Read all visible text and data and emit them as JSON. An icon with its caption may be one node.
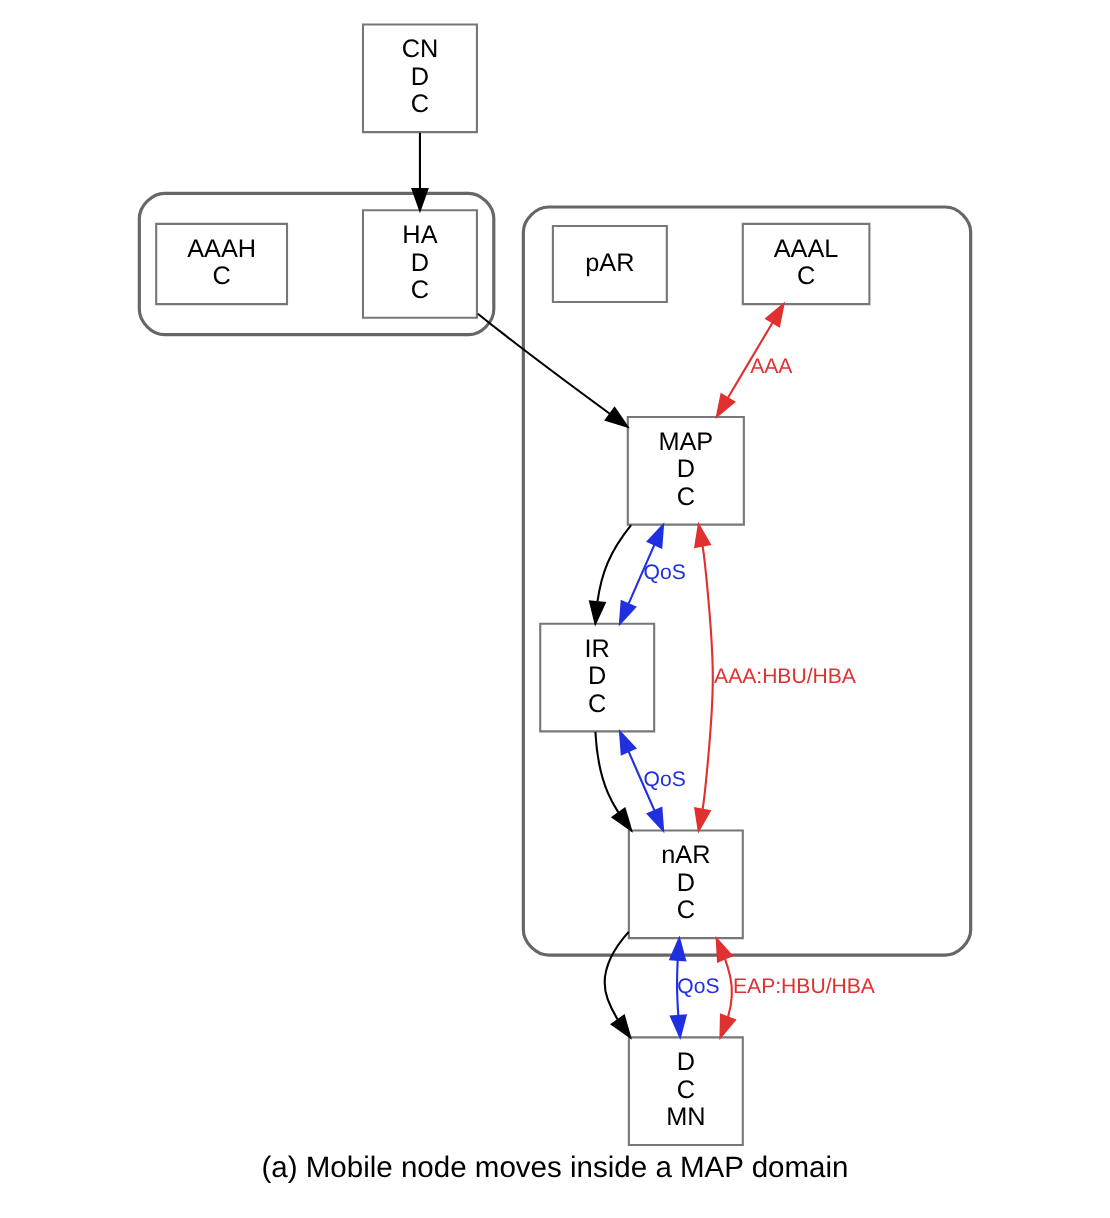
{
  "diagram": {
    "caption": "(a) Mobile node moves inside a MAP domain",
    "nodes": [
      {
        "text": [
          "CN",
          "D",
          "C"
        ]
      },
      {
        "text": [],
        "shape": "cloud"
      },
      {
        "text": [
          "HA",
          "D",
          "C"
        ],
        "in": 1
      },
      {
        "text": [
          "AAAH",
          "C"
        ],
        "in": 1
      },
      {
        "text": [],
        "shape": "cloud"
      },
      {
        "text": [
          "MAP",
          "D",
          "C"
        ],
        "in": 4
      },
      {
        "text": [
          "AAAL",
          "C"
        ],
        "in": 4
      },
      {
        "text": [
          "IR",
          "D",
          "C"
        ],
        "in": 4
      },
      {
        "text": [
          "pAR"
        ],
        "in": 4
      },
      {
        "text": [
          "nAR",
          "D",
          "C"
        ],
        "in": 4
      },
      {
        "text": [
          "D",
          "C",
          "MN"
        ]
      }
    ],
    "edges": [
      {
        "from": 0,
        "to": 2,
        "arrow": "to"
      },
      {
        "from": 2,
        "to": 5,
        "arrow": "to"
      },
      {
        "from": 6,
        "to": 5,
        "arrow": "both",
        "label": "AAA",
        "color": "#e03030"
      },
      {
        "from": 5,
        "to": 7,
        "arrow": "to"
      },
      {
        "from": 5,
        "to": 7,
        "arrow": "both",
        "label": "QoS",
        "color": "#2030e0"
      },
      {
        "from": 5,
        "to": 9,
        "arrow": "both",
        "label": "AAA:HBU/HBA",
        "color": "#e03030"
      },
      {
        "from": 7,
        "to": 9,
        "arrow": "to"
      },
      {
        "from": 7,
        "to": 9,
        "arrow": "both",
        "label": "QoS",
        "color": "#2030e0"
      },
      {
        "from": 9,
        "to": 10,
        "arrow": "to"
      },
      {
        "from": 9,
        "to": 10,
        "arrow": "both",
        "label": "QoS",
        "color": "#2030e0"
      },
      {
        "from": 9,
        "to": 10,
        "arrow": "both",
        "label": "EAP:HBU/HBA",
        "color": "#e03030"
      }
    ]
  }
}
